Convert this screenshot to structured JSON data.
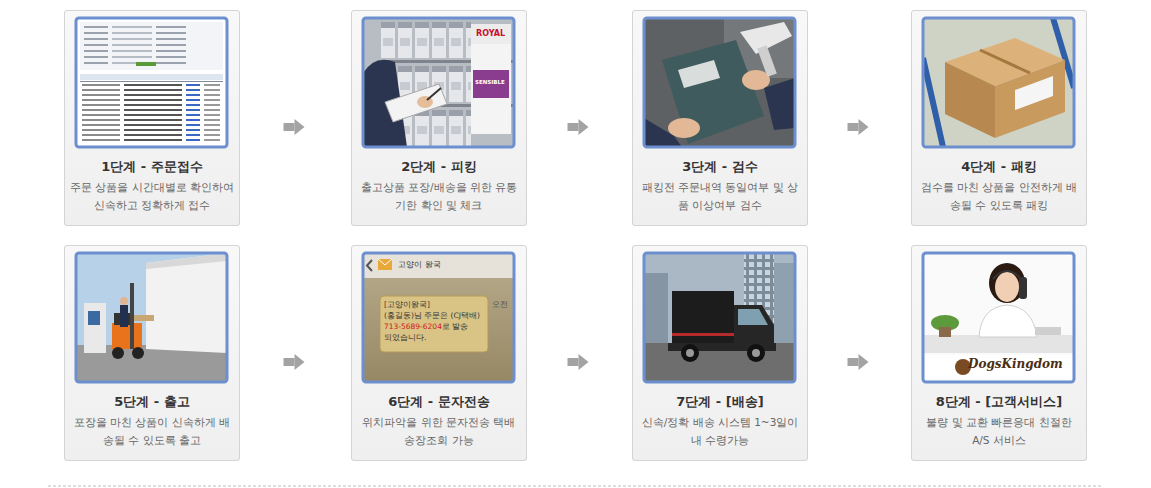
{
  "diagram": {
    "nodes": [
      {
        "text": [
          "1단계 - 주문접수",
          "주문 상품을 시간대별로 확인하여 신속하고 정확하게 접수"
        ]
      },
      {
        "text": [
          "2단계 - 피킹",
          "출고상품 포장/배송을 위한 유통기한 확인 및 체크"
        ]
      },
      {
        "text": [
          "3단계 - 검수",
          "패킹전 주문내역 동일여부 및 상품 이상여부 검수"
        ]
      },
      {
        "text": [
          "4단계 - 패킹",
          "검수를 마친 상품을 안전하게 배송될 수 있도록 패킹"
        ]
      },
      {
        "text": [
          "5단계 - 출고",
          "포장을 마친 상품이 신속하게 배송될 수 있도록 출고"
        ]
      },
      {
        "text": [
          "6단계 - 문자전송",
          "위치파악을 위한 문자전송 택배 송장조회 가능"
        ]
      },
      {
        "text": [
          "7단계 - [배송]",
          "신속/정확 배송 시스템 1~3일이내 수령가능"
        ]
      },
      {
        "text": [
          "8단계 - [고객서비스]",
          "불량 및 교환 빠른응대 친절한 A/S 서비스"
        ]
      }
    ],
    "edges": [
      {
        "from": 0,
        "to": 1,
        "arrow": "to"
      },
      {
        "from": 1,
        "to": 2,
        "arrow": "to"
      },
      {
        "from": 2,
        "to": 3,
        "arrow": "to"
      },
      {
        "from": 4,
        "to": 5,
        "arrow": "to"
      },
      {
        "from": 5,
        "to": 6,
        "arrow": "to"
      },
      {
        "from": 6,
        "to": 7,
        "arrow": "to"
      }
    ],
    "labels": [
      "ROYAL",
      "SENSIBLE",
      "고양이 왕국",
      "[고양이왕국]",
      "(홍길동)님 주문은 (CJ택배)",
      "713-5689-6204",
      "로 발송",
      "되었습니다.",
      "오전",
      "DogsKingdom"
    ]
  }
}
